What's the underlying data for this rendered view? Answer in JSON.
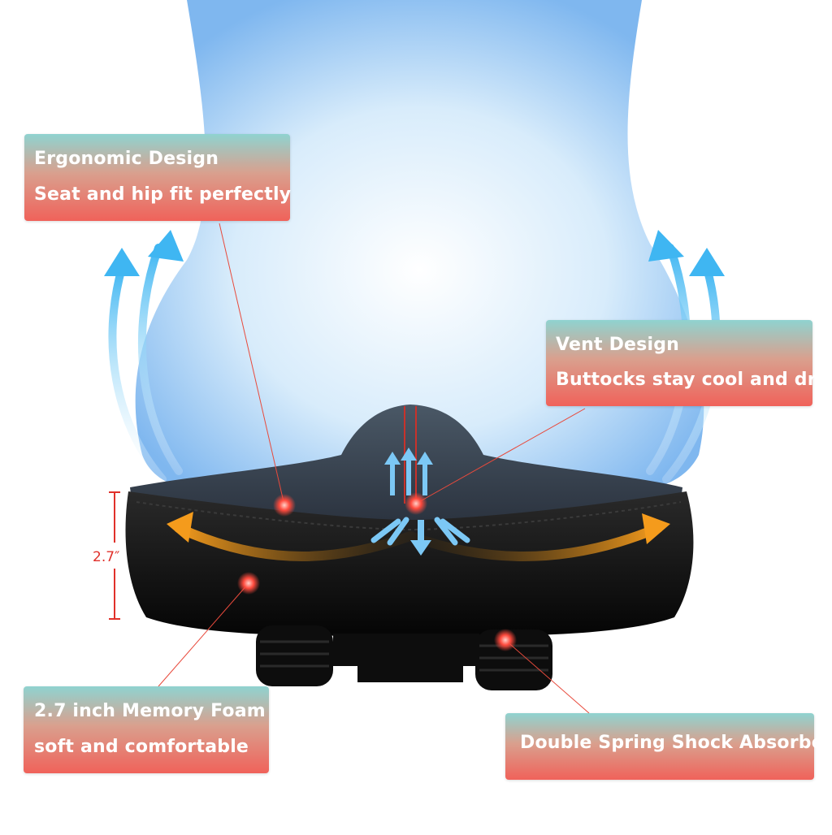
{
  "callouts": {
    "ergonomic": {
      "title": "Ergonomic Design",
      "subtitle": "Seat and hip fit perfectly"
    },
    "vent": {
      "title": "Vent Design",
      "subtitle": "Buttocks stay cool and dry"
    },
    "foam": {
      "title": "2.7 inch Memory Foam",
      "subtitle": "soft and comfortable"
    },
    "spring": {
      "title": "Double Spring Shock Absorbe"
    }
  },
  "dimension": {
    "label": "2.7″"
  },
  "colors": {
    "callout_top": "#8fd3d0",
    "callout_bottom": "#f0625a",
    "airflow_arrow": "#4fc3f7",
    "pressure_arrow": "#f39a1a",
    "marker": "#ff4a3d",
    "dimension_line": "#e0302a",
    "saddle": "#111111"
  },
  "icons": [
    "airflow-arrow-icon",
    "pressure-arrow-icon",
    "marker-dot-icon"
  ]
}
